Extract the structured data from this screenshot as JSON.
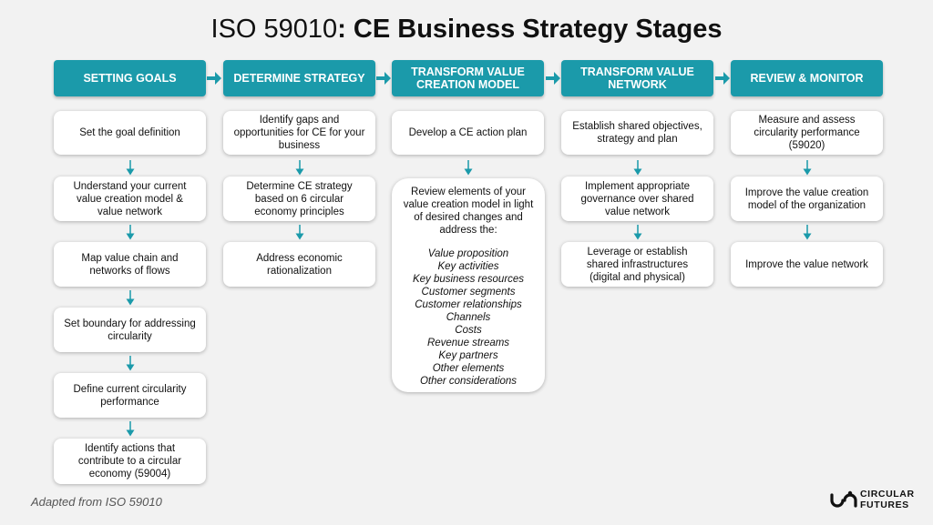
{
  "title": {
    "prefix": "ISO 59010",
    "colon": ":",
    "main": " CE Business Strategy Stages"
  },
  "stages": [
    {
      "header": "SETTING GOALS",
      "steps": [
        "Set the goal definition",
        "Understand your current value creation model & value network",
        "Map value chain and networks of flows",
        "Set boundary for addressing circularity",
        "Define current circularity performance",
        "Identify actions that contribute to a circular economy (59004)"
      ]
    },
    {
      "header": "DETERMINE STRATEGY",
      "steps": [
        "Identify gaps and opportunities for CE for your business",
        "Determine CE strategy based on 6 circular economy principles",
        "Address economic rationalization"
      ]
    },
    {
      "header": "TRANSFORM VALUE CREATION MODEL",
      "steps": [
        "Develop a CE action plan"
      ],
      "review": {
        "intro": "Review elements of your value creation model in light of desired changes and address the:",
        "items": [
          "Value proposition",
          "Key activities",
          "Key business resources",
          "Customer segments",
          "Customer relationships",
          "Channels",
          "Costs",
          "Revenue streams",
          "Key partners",
          "Other elements",
          "Other considerations"
        ]
      }
    },
    {
      "header": "TRANSFORM VALUE NETWORK",
      "steps": [
        "Establish shared objectives, strategy and plan",
        "Implement appropriate governance over shared value network",
        "Leverage or establish shared infrastructures (digital and physical)"
      ]
    },
    {
      "header": "REVIEW & MONITOR",
      "steps": [
        "Measure and assess circularity performance (59020)",
        "Improve the value creation model of the organization",
        "Improve the value network"
      ]
    }
  ],
  "footer": "Adapted from ISO 59010",
  "logo": {
    "line1": "CIRCULAR",
    "line2": "FUTURES"
  },
  "colors": {
    "accent": "#1b9aaa",
    "background": "#f2f2f2"
  }
}
